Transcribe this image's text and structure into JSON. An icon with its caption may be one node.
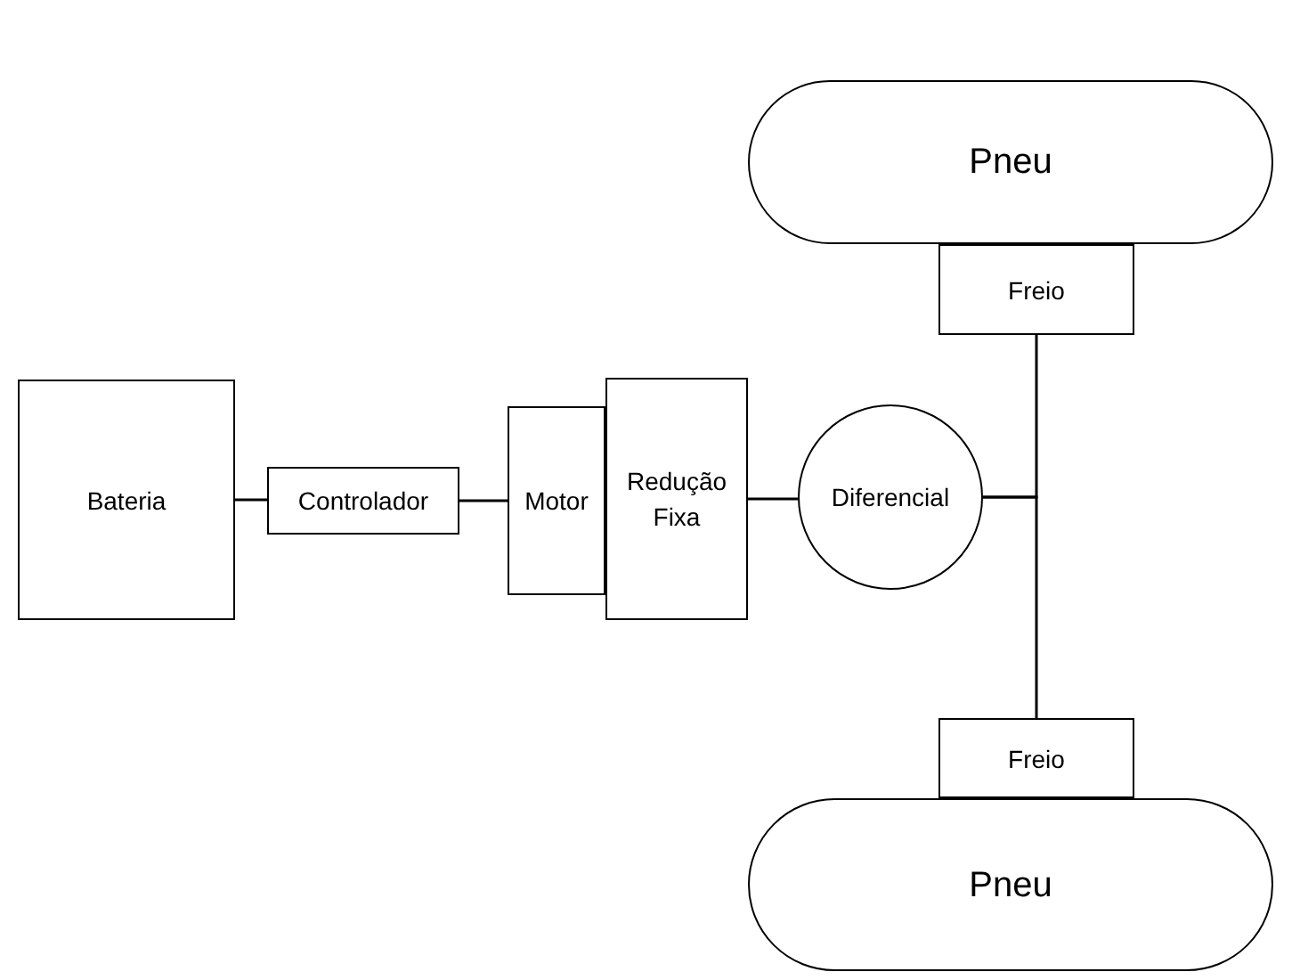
{
  "diagram": {
    "nodes": [
      {
        "text": [
          "Pneu"
        ]
      },
      {
        "text": [
          "Freio"
        ]
      },
      {
        "text": [
          "Bateria"
        ]
      },
      {
        "text": [
          "Controlador"
        ]
      },
      {
        "text": [
          "Motor"
        ]
      },
      {
        "text": [
          "Redução Fixa"
        ]
      },
      {
        "text": [
          "Diferencial"
        ]
      },
      {
        "text": [
          "Freio"
        ]
      },
      {
        "text": [
          "Pneu"
        ]
      }
    ],
    "edges": [
      {
        "from": 2,
        "to": 3,
        "arrow": "none"
      },
      {
        "from": 3,
        "to": 4,
        "arrow": "none"
      },
      {
        "from": 5,
        "to": 6,
        "arrow": "none"
      },
      {
        "from": 6,
        "to": 1,
        "arrow": "none"
      },
      {
        "from": 6,
        "to": 7,
        "arrow": "none"
      }
    ]
  }
}
